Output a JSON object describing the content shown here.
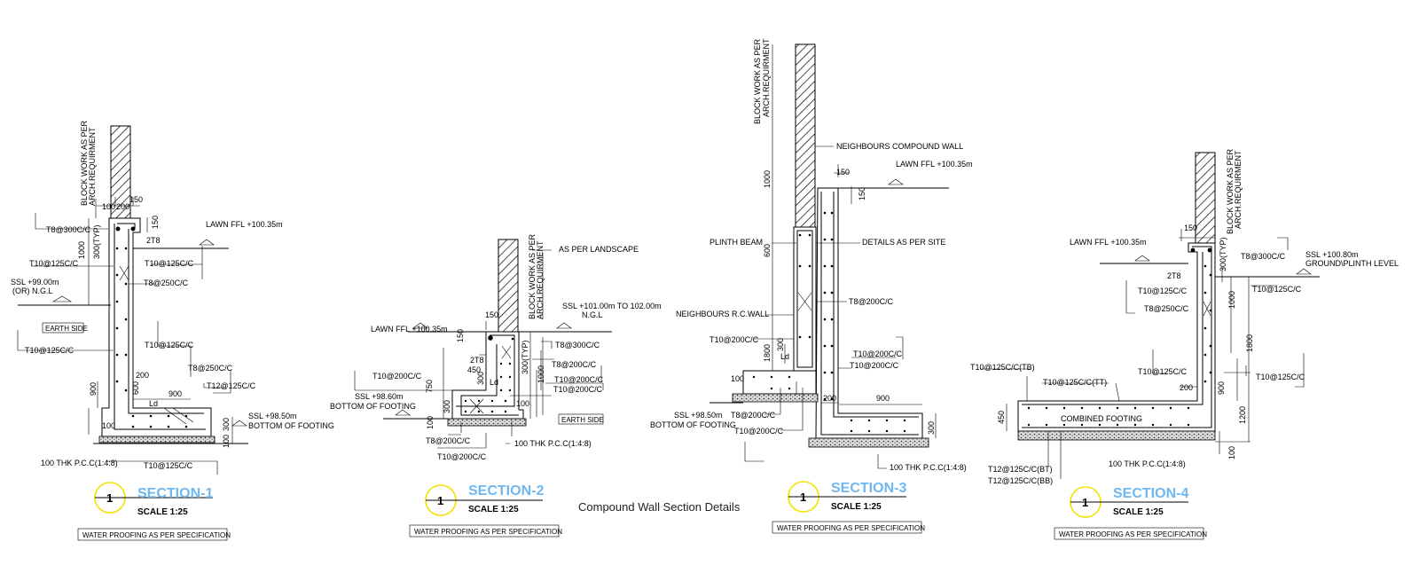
{
  "caption": "Compound Wall Section Details",
  "colors": {
    "section_title": "#6fb7f0",
    "bubble": "#f2e200"
  },
  "section1": {
    "number": "1",
    "title": "SECTION-1",
    "scale": "SCALE   1:25",
    "note": "WATER PROOFING AS PER SPECIFICATION",
    "labels": {
      "block_work": "BLOCK WORK AS PER",
      "arch_req": "ARCH.REQUIRMENT",
      "d100": "100",
      "d200": "200",
      "d150": "150",
      "t8_300": "T8@300C/C",
      "t300typ": "300(TYP)",
      "d150b": "150",
      "lawn": "LAWN FFL +100.35m",
      "two_t8": "2T8",
      "d1000": "1000",
      "t10_125_a": "T10@125C/C",
      "t10_125_b": "T10@125C/C",
      "ssl": "SSL +99.00m",
      "ngl": "(OR) N.G.L",
      "t8_250_a": "T8@250C/C",
      "earth": "EARTH SIDE",
      "t10_125_c": "T10@125C/C",
      "t10_125_d": "T10@125C/C",
      "t8_250_b": "T8@250C/C",
      "d200b": "200",
      "d600": "600",
      "t12_125": "T12@125C/C",
      "d900": "900",
      "d900b": "900",
      "ld": "Ld",
      "ssl2": "SSL +98.50m",
      "bottom": "BOTTOM OF FOOTING",
      "d100b": "100",
      "d300": "300",
      "d100c": "100",
      "pcc": "100 THK P.C.C(1:4:8)",
      "t10_125_e": "T10@125C/C"
    }
  },
  "section2": {
    "number": "1",
    "title": "SECTION-2",
    "scale": "SCALE   1:25",
    "note": "WATER PROOFING AS PER SPECIFICATION",
    "labels": {
      "landscape": "AS PER LANDSCAPE",
      "block_work": "BLOCK WORK AS PER",
      "arch_req": "ARCH.REQUIRMENT",
      "d150": "150",
      "ssl": "SSL +101.00m TO 102.00m",
      "ngl": "N.G.L",
      "lawn": "LAWN FFL +100.35m",
      "d150b": "150",
      "t8_300": "T8@300C/C",
      "two_t8": "2T8",
      "t300typ": "300(TYP)",
      "d450": "450",
      "t10_200_a": "T10@200C/C",
      "t8_200": "T8@200C/C",
      "d750": "750",
      "d300": "300",
      "ld": "Ld",
      "d1000": "1000",
      "t10_200_b": "T10@200C/C",
      "t10_200_c": "T10@200C/C",
      "ssl2": "SSL +98.60m",
      "bottom": "BOTTOM OF FOOTING",
      "d300b": "300",
      "d100": "100",
      "earth": "EARTH SIDE",
      "d100b": "100",
      "t8_200b": "T8@200C/C",
      "pcc": "100 THK P.C.C(1:4:8)",
      "t10_200_d": "T10@200C/C"
    }
  },
  "section3": {
    "number": "1",
    "title": "SECTION-3",
    "scale": "SCALE   1:25",
    "note": "WATER PROOFING AS PER SPECIFICATION",
    "labels": {
      "block_work": "BLOCK WORK AS PER",
      "arch_req": "ARCH.REQUIRMENT",
      "neighbours_wall": "NEIGHBOURS COMPOUND WALL",
      "d1000": "1000",
      "lawn": "LAWN FFL +100.35m",
      "d150": "150",
      "d150b": "150",
      "plinth": "PLINTH BEAM",
      "details": "DETAILS AS PER SITE",
      "d600": "600",
      "t8_200": "T8@200C/C",
      "neighbours_rc": "NEIGHBOURS R.C.WALL",
      "t10_200_a": "T10@200C/C",
      "d1800": "1800",
      "d300": "300",
      "ld": "Ld",
      "t10_200_b": "T10@200C/C",
      "t10_200_c": "T10@200C/C",
      "d100": "100",
      "d200": "200",
      "d900": "900",
      "ssl": "SSL +98.50m",
      "bottom": "BOTTOM OF FOOTING",
      "t8_200b": "T8@200C/C",
      "t10_200_d": "T10@200C/C",
      "d300b": "300",
      "pcc": "100 THK P.C.C(1:4:8)"
    }
  },
  "section4": {
    "number": "1",
    "title": "SECTION-4",
    "scale": "SCALE   1:25",
    "note": "WATER PROOFING AS PER SPECIFICATION",
    "labels": {
      "block_work": "BLOCK WORK AS PER",
      "arch_req": "ARCH.REQUIRMENT",
      "lawn": "LAWN FFL +100.35m",
      "d150": "150",
      "t8_300": "T8@300C/C",
      "ssl": "SSL +100.80m",
      "ground": "GROUND\\PLINTH LEVEL",
      "two_t8": "2T8",
      "t300typ": "300(TYP)",
      "t10_125_a": "T10@125C/C",
      "t10_125_b": "T10@125C/C",
      "t8_250": "T8@250C/C",
      "d1000": "1000",
      "d1800": "1800",
      "t10_125_c": "T10@125C/C",
      "t10_125_d": "T10@125C/C",
      "tb": "T10@125C/C(TB)",
      "tt": "T10@125C/C(TT)",
      "d200": "200",
      "d900": "900",
      "d450": "450",
      "combined": "COMBINED FOOTING",
      "d1200": "1200",
      "d100": "100",
      "pcc": "100 THK P.C.C(1:4:8)",
      "bt": "T12@125C/C(BT)",
      "bb": "T12@125C/C(BB)"
    }
  }
}
